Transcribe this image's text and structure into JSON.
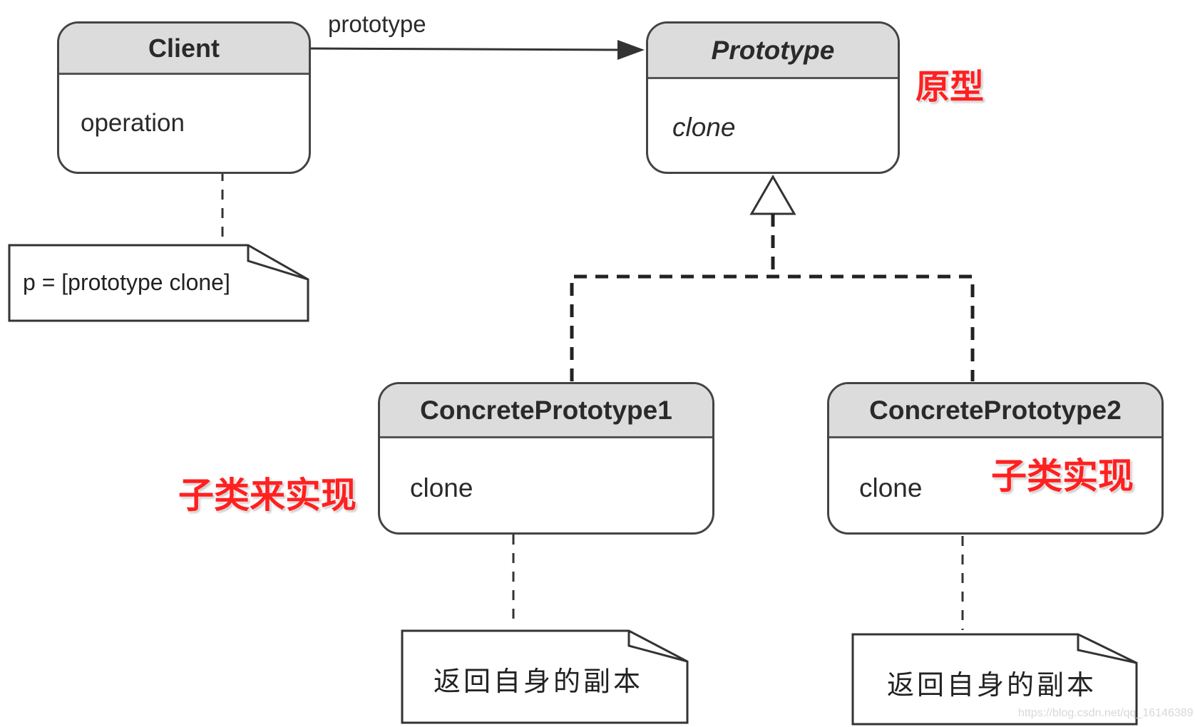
{
  "classes": {
    "client": {
      "name": "Client",
      "operation": "operation"
    },
    "prototype": {
      "name": "Prototype",
      "operation": "clone"
    },
    "concrete1": {
      "name": "ConcretePrototype1",
      "operation": "clone"
    },
    "concrete2": {
      "name": "ConcretePrototype2",
      "operation": "clone"
    }
  },
  "association_label": "prototype",
  "notes": {
    "client": "p = [prototype clone]",
    "concrete1": "返回自身的副本",
    "concrete2": "返回自身的副本"
  },
  "annotations": {
    "prototype": "原型",
    "concrete1": "子类来实现",
    "concrete2": "子类实现"
  },
  "watermark": "https://blog.csdn.net/qq_16146389",
  "colors": {
    "annotation": "#ff2020",
    "header_fill": "#dcdcdc",
    "border": "#444444"
  }
}
